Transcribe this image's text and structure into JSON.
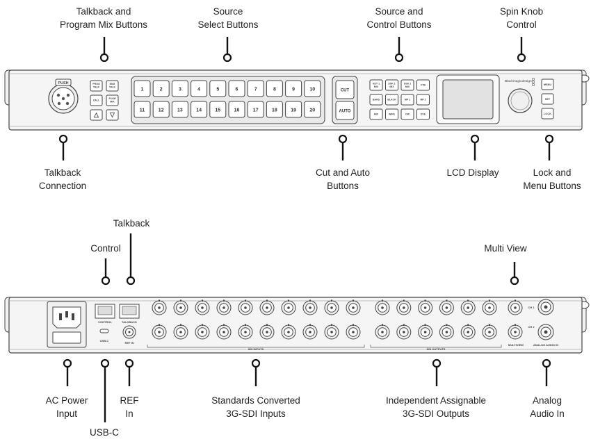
{
  "callouts": {
    "talkback_program_mix": [
      "Talkback and",
      "Program Mix Buttons"
    ],
    "source_select": [
      "Source",
      "Select Buttons"
    ],
    "source_control": [
      "Source and",
      "Control  Buttons"
    ],
    "spin_knob": [
      "Spin Knob",
      "Control"
    ],
    "talkback_connection": [
      "Talkback",
      "Connection"
    ],
    "cut_auto": [
      "Cut and Auto",
      "Buttons"
    ],
    "lcd_display": [
      "LCD Display"
    ],
    "lock_menu": [
      "Lock and",
      "Menu Buttons"
    ],
    "talkback_rear": [
      "Talkback"
    ],
    "control": [
      "Control"
    ],
    "multi_view": [
      "Multi View"
    ],
    "ac_power": [
      "AC Power",
      "Input"
    ],
    "ref_in": [
      "REF",
      "In"
    ],
    "standards_converted": [
      "Standards Converted",
      "3G-SDI Inputs"
    ],
    "independent_outputs": [
      "Independent Assignable",
      "3G-SDI Outputs"
    ],
    "analog_audio": [
      "Analog",
      "Audio In"
    ],
    "usb_c": [
      "USB-C"
    ]
  },
  "front_panel": {
    "xlr_label": "PUSH",
    "talkback_buttons": [
      "PROG TALK",
      "ENG TALK",
      "CALL",
      "PUSH MIX",
      "△",
      "▽"
    ],
    "source_buttons_row1": [
      "1",
      "2",
      "3",
      "4",
      "5",
      "6",
      "7",
      "8",
      "9",
      "10"
    ],
    "source_buttons_row2": [
      "11",
      "12",
      "13",
      "14",
      "15",
      "16",
      "17",
      "18",
      "19",
      "20"
    ],
    "cut_label": "CUT",
    "auto_label": "AUTO",
    "control_buttons": [
      "KEY 1 MIX",
      "DSK 1 MIX",
      "DSK 2 MIX",
      "FTB",
      "BARS",
      "BLACK",
      "MP 1",
      "MP 2",
      "MIX",
      "WIPE",
      "DIP",
      "DVE"
    ],
    "brand": "Blackmagicdesign",
    "menu_buttons": [
      "MENU",
      "SET",
      "LOCK"
    ]
  },
  "rear_panel": {
    "control_label": "CONTROL",
    "talkback_label": "TALKBACK",
    "usbc_label": "USB-C",
    "refin_label": "REF IN",
    "sdi_inputs_label": "SDI INPUTS",
    "sdi_outputs_label": "SDI OUTPUTS",
    "multiview_label": "MULTIVIEW",
    "analog_label": "ANALOG AUDIO IN",
    "ch1_label": "CH 1",
    "ch2_label": "CH 2"
  }
}
